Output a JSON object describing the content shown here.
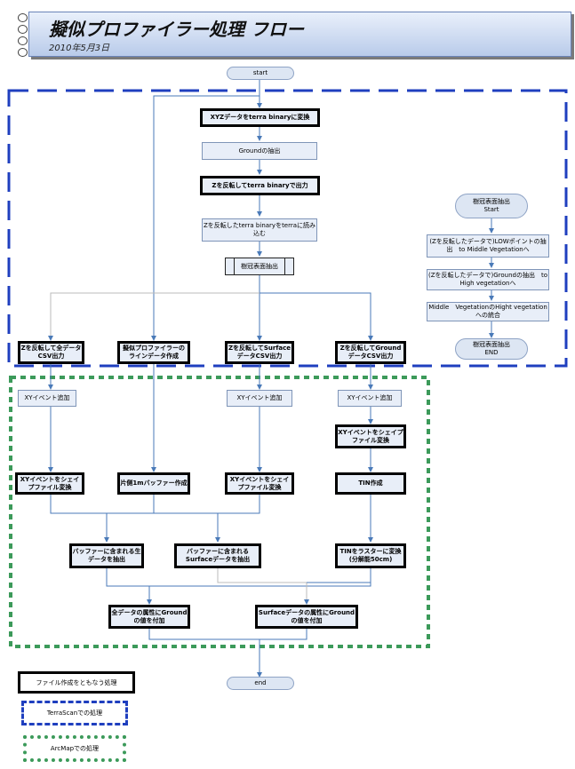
{
  "header": {
    "title": "擬似プロファイラー処理 フロー",
    "date": "2010年5月3日"
  },
  "nodes": {
    "start": "start",
    "xyz_binary": "XYZデータをterra binaryに変換",
    "ground_extract": "Groundの抽出",
    "z_invert_binary": "Zを反転してterra binaryで出力",
    "z_load": "Zを反転したterra binaryをterraに読み込む",
    "canopy_extract": "樹冠表面抽出",
    "side_start": "樹冠表面抽出\nStart",
    "side_low": "(Zを反転したデータで)LOWポイントの抽出　to Middle Vegetationへ",
    "side_ground": "(Zを反転したデータで)Groundの抽出　to High vegetationへ",
    "side_merge": "Middle　VegetationのHight vegetationへの統合",
    "side_end": "樹冠表面抽出\nEND",
    "out_all_csv": "Zを反転して全データCSV出力",
    "out_profiler_line": "擬似プロファイラーのラインデータ作成",
    "out_surface_csv": "Zを反転してSurfaceデータCSV出力",
    "out_ground_csv": "Zを反転してGroundデータCSV出力",
    "xy_event_1": "XYイベント追加",
    "xy_event_2": "XYイベント追加",
    "xy_event_3": "XYイベント追加",
    "xy_shape_ground": "XYイベントをシェイプファイル変換",
    "xy_shape_1": "XYイベントをシェイプファイル変換",
    "buffer_1m": "片側1mバッファー作成",
    "xy_shape_2": "XYイベントをシェイプファイル変換",
    "tin_create": "TIN作成",
    "buffer_raw": "バッファーに含まれる生データを抽出",
    "buffer_surface": "バッファーに含まれるSurfaceデータを抽出",
    "tin_raster": "TINをラスターに変換(分解能50cm)",
    "attr_all": "全データの属性にGroundの値を付加",
    "attr_surface": "Surfaceデータの属性にGroundの値を付加",
    "end": "end"
  },
  "legend": {
    "file_process": "ファイル作成をともなう処理",
    "terrascan": "TerraScanでの処理",
    "arcmap": "ArcMapでの処理"
  },
  "colors": {
    "terrascan_border": "#1f3fbf",
    "arcmap_border": "#3c9a5a",
    "arrow": "#4a7ab8",
    "node_fill": "#e8eef8"
  }
}
